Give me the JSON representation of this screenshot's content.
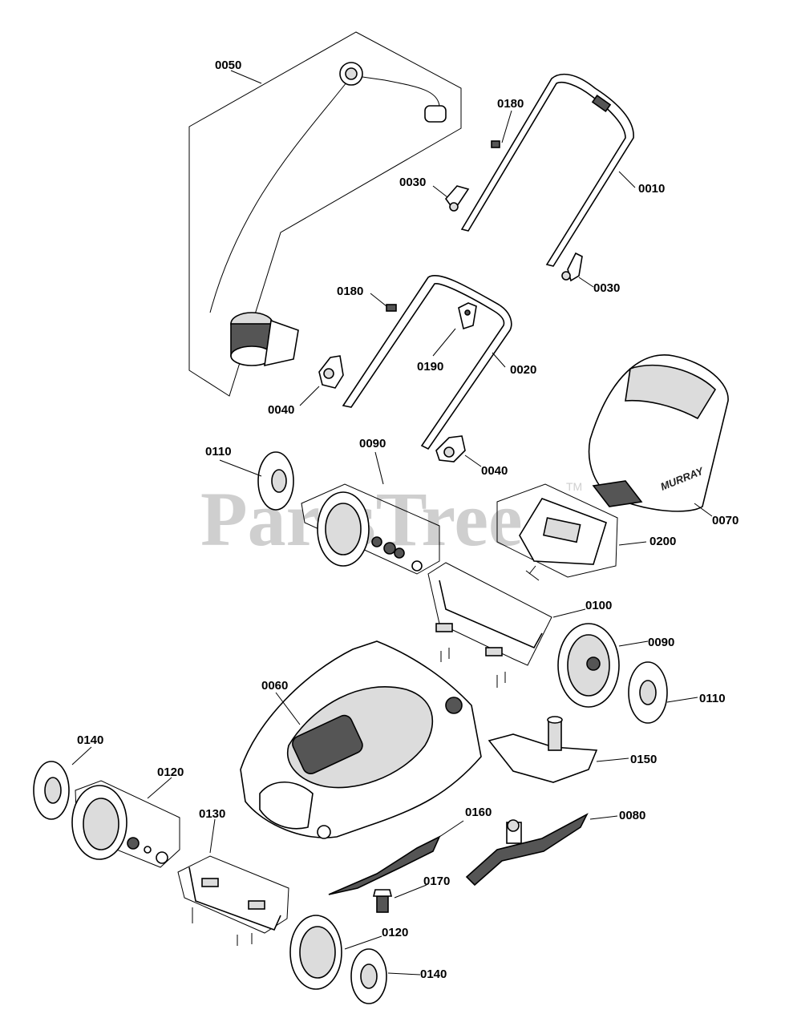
{
  "watermark": {
    "text": "PartsTree",
    "tm": "TM"
  },
  "brand_text": "MURRAY",
  "callouts": {
    "c0050": "0050",
    "c0180a": "0180",
    "c0030a": "0030",
    "c0010": "0010",
    "c0030b": "0030",
    "c0180b": "0180",
    "c0190": "0190",
    "c0020": "0020",
    "c0040a": "0040",
    "c0040b": "0040",
    "c0110a": "0110",
    "c0090a": "0090",
    "c0070": "0070",
    "c0200": "0200",
    "c0100": "0100",
    "c0090b": "0090",
    "c0110b": "0110",
    "c0060": "0060",
    "c0150": "0150",
    "c0140a": "0140",
    "c0120a": "0120",
    "c0130": "0130",
    "c0160": "0160",
    "c0080": "0080",
    "c0170": "0170",
    "c0120b": "0120",
    "c0140b": "0140"
  }
}
